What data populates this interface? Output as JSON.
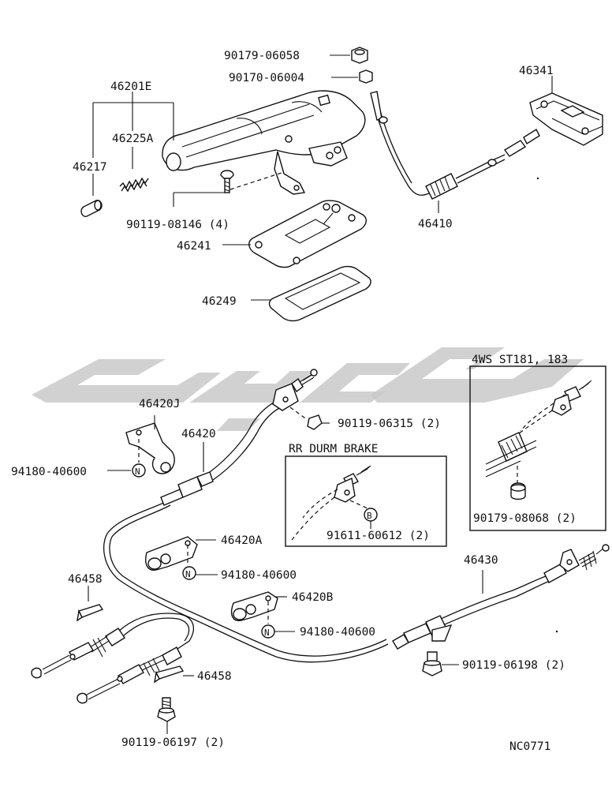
{
  "parts": {
    "p90179_06058": "90179-06058",
    "p90170_06004": "90170-06004",
    "p46201E": "46201E",
    "p46225A": "46225A",
    "p46217": "46217",
    "p90119_08146": "90119-08146 (4)",
    "p46241": "46241",
    "p46249": "46249",
    "p46341": "46341",
    "p46410": "46410",
    "p46420J": "46420J",
    "p94180_40600_a": "94180-40600",
    "p46420": "46420",
    "p90119_06315": "90119-06315 (2)",
    "p46420A": "46420A",
    "p94180_40600_b": "94180-40600",
    "p46458_a": "46458",
    "p46420B": "46420B",
    "p94180_40600_c": "94180-40600",
    "p46458_b": "46458",
    "p90119_06197": "90119-06197 (2)",
    "p46430": "46430",
    "p90119_06198": "90119-06198 (2)",
    "p91611_60612": "91611-60612 (2)",
    "p90179_08068": "90179-08068 (2)"
  },
  "boxes": {
    "rr_drum_title": "RR DURM BRAKE",
    "fws_title": "4WS ST181, 183"
  },
  "markers": {
    "n": "N",
    "b": "B"
  },
  "figure_code": "NC0771"
}
